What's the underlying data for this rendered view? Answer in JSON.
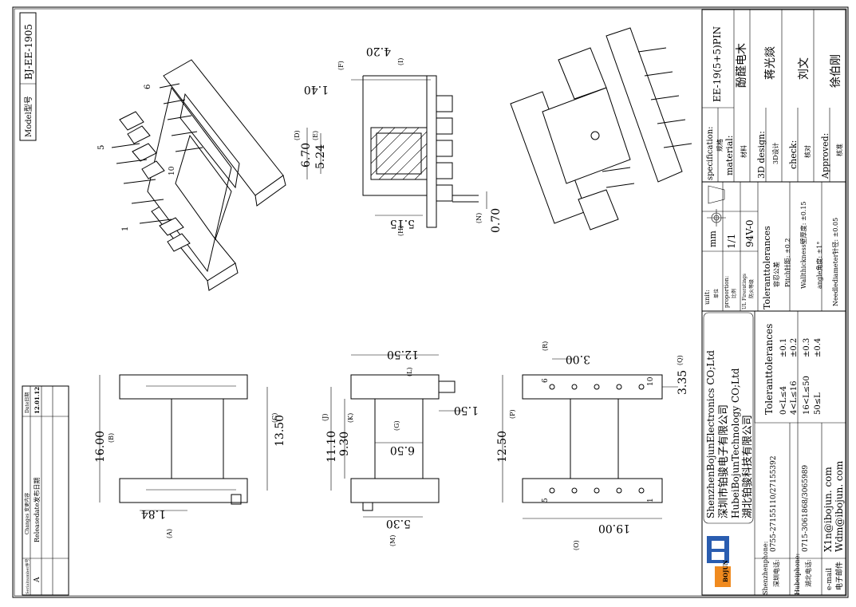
{
  "model_box": {
    "label": "Model型号",
    "value": "BJ-EE-1905"
  },
  "revision_table": {
    "col_serial": "Serialnumber序号",
    "col_changes": "Changes 变更内容",
    "col_date": "Date日期",
    "rows": [
      {
        "serial": "A",
        "change": "Releasedate发布日期",
        "date": "12.01.12"
      }
    ]
  },
  "title_block": {
    "spec_label": "specification:",
    "spec_cn": "规格",
    "spec_value": "EE-19(5+5)PIN",
    "material_label": "material:",
    "material_cn": "材料",
    "material_value": "酚醛电木",
    "design_label": "3D design:",
    "design_cn": "3D设计",
    "design_value": "蒋光燚",
    "check_label": "check:",
    "check_cn": "核对",
    "check_value": "刘文",
    "approved_label": "Approved:",
    "approved_cn": "核准",
    "approved_value": "徐伯刚",
    "unit_label": "unit:",
    "unit_cn": "单位",
    "unit_value": "mm",
    "proportion_label": "proportion:",
    "proportion_cn": "比例",
    "proportion_value": "1/1",
    "fire_label": "UL Fireratings",
    "fire_cn": "防火等级",
    "fire_value": "94V-0",
    "tol_title": "Toleranttolerances",
    "tol_cn": "容忍公差",
    "tol_pitch": "Pitch针距: ±0.2",
    "tol_wall": "Wallthickness壁厚度: ±0.15",
    "tol_angle": "angle角度: ±1°",
    "tol_needle": "Needlediameter针径: ±0.05",
    "tol_range_title": "Toleranttolerances",
    "tol_ranges": [
      "0<L≤4",
      "4<L≤16",
      "16<L≤50",
      "50≤L"
    ],
    "tol_values": [
      "±0.1",
      "±0.2",
      "±0.3",
      "±0.4"
    ]
  },
  "company": {
    "name_en1": "ShenzhenBojunElectronics CO;Ltd",
    "name_cn1": "深圳市铂骏电子有限公司",
    "name_en2": "HubeiBojunTechnology CO;Ltd",
    "name_cn2": "湖北铂骏科技有限公司",
    "logo_text": "BOJUN",
    "sz_phone_label": "Shenzhenphone:",
    "sz_phone_cn": "深圳电话:",
    "sz_phone": "0755-27155110/27155392",
    "hb_phone_label": "Hubeiphone:",
    "hb_phone_cn": "湖北电话:",
    "hb_phone": "0715-3061868/3065989",
    "email_label": "e-mail",
    "email_cn": "电子邮件",
    "email1": "X1n@ibojun. com",
    "email2": "Wdm@ibojun. com"
  },
  "dims": {
    "d420": "4.20",
    "dF": "(F)",
    "dI": "(I)",
    "d140": "1.40",
    "d670": "6.70",
    "dD": "(D)",
    "d524": "5.24",
    "dE": "(E)",
    "d515": "5.15",
    "dH": "(H)",
    "dN": "(N)",
    "d070": "0.70",
    "d1600": "16.00",
    "dB": "(B)",
    "d1350": "13.50",
    "dC": "(C)",
    "d184": "1.84",
    "dA": "(A)",
    "d1250a": "12.50",
    "dL": "(L)",
    "d1110": "11.10",
    "dJ": "(J)",
    "d930": "9.30",
    "dK": "(K)",
    "d650": "6.50",
    "dG": "(G)",
    "d150": "1.50",
    "d530": "5.30",
    "dM": "(M)",
    "d300": "3.00",
    "dR": "(R)",
    "d335": "3.35",
    "dQ": "(Q)",
    "d1250b": "12.50",
    "dP": "(P)",
    "d1900": "19.00",
    "dO": "(O)"
  },
  "pin_labels": {
    "p6": "6",
    "p5": "5",
    "p10": "10",
    "p1": "1"
  }
}
